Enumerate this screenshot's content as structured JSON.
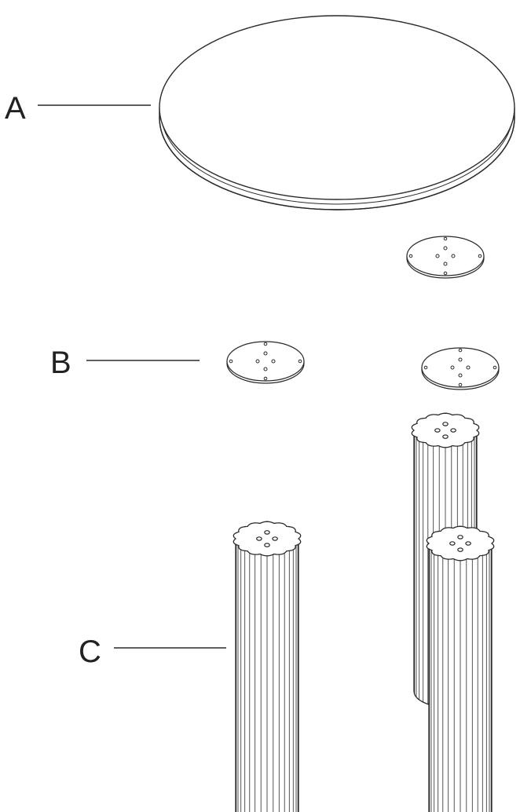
{
  "diagram": {
    "parts": [
      {
        "id": "A",
        "label": "A",
        "part": "round-table-top"
      },
      {
        "id": "B",
        "label": "B",
        "part": "mounting-plate"
      },
      {
        "id": "C",
        "label": "C",
        "part": "fluted-column-leg"
      }
    ],
    "colors": {
      "line": "#2a2a2a",
      "fill": "#ffffff",
      "background": "#ffffff"
    }
  }
}
